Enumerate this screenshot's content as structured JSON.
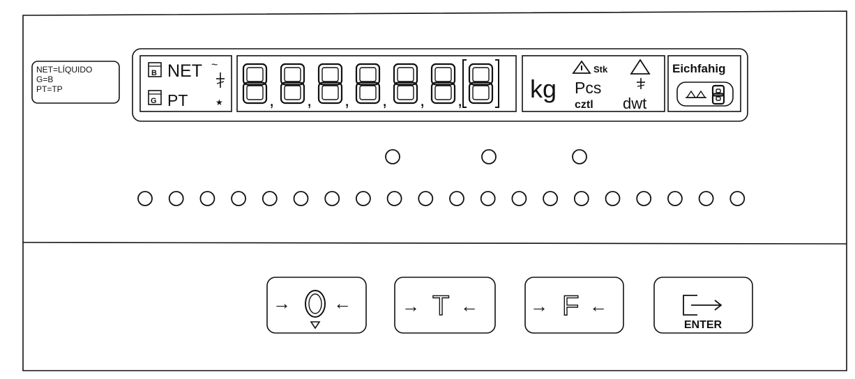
{
  "legend_box": {
    "lines": [
      "NET=LÍQUIDO",
      "G=B",
      "PT=TP"
    ]
  },
  "status_indicators": {
    "b_badge": "B",
    "net": "NET",
    "g_badge": "G",
    "pt": "PT"
  },
  "digits": [
    "8",
    "8",
    "8",
    "8",
    "8",
    "8",
    "8"
  ],
  "separator": ",",
  "units": {
    "kg": "kg",
    "stk": "Stk",
    "pcs": "Pcs",
    "cztl": "cztl",
    "dwt": "dwt"
  },
  "approval": {
    "title": "Eichfahig",
    "digit": "8"
  },
  "leds": {
    "top_row_count": 3,
    "bottom_row_count": 20
  },
  "keys": {
    "zero": "O",
    "tare": "T",
    "function": "F",
    "enter": "ENTER",
    "left_arrow": "→",
    "right_arrow": "←"
  },
  "colors": {
    "ink": "#111111",
    "paper": "#ffffff"
  }
}
